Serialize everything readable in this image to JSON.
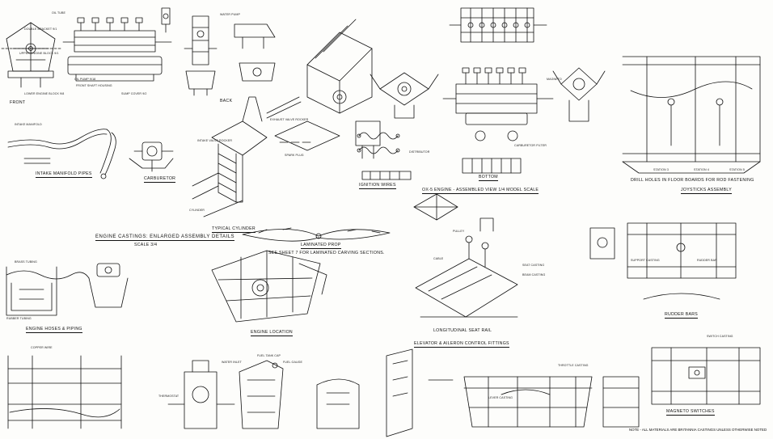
{
  "sheet": {
    "captions": {
      "engine_castings": "Engine Castings: Enlarged Assembly Details",
      "engine_castings_scale": "Scale 3/4",
      "intake_manifold_pipes": "Intake Manifold Pipes",
      "carburetor": "Carburetor",
      "typical_cylinder": "Typical Cylinder",
      "laminated_prop": "Laminated Prop",
      "prop_note": "See Sheet 7 for Laminated Carving Sections.",
      "engine_assembled": "OX-5 Engine - Assembled View 1/4 Model Scale",
      "ignition_wires": "Ignition Wires",
      "bottom": "Bottom",
      "joysticks_assembly": "Joysticks Assembly",
      "elevator_aileron": "Elevator & Aileron Control Fittings",
      "longitudinal_seat_rail": "Longitudinal Seat Rail",
      "rudder_bars": "Rudder Bars",
      "engine_hose_piping": "Engine Hoses & Piping",
      "engine_location": "Engine Location",
      "magneto_switches": "Magneto Switches",
      "front": "Front",
      "back": "Back",
      "drill_holes_note": "Drill holes in floor boards for rod fastening",
      "materials_note": "Note - All materials are Britannia castings unless otherwise noted"
    },
    "labels": {
      "oil_tube": "Oil Tube",
      "double_bracket": "Double Bracket 9/1",
      "upper_engine_block": "Upper Engine Block 9/1",
      "lower_engine_block": "Lower Engine Block 9/8",
      "front_shaft_housing": "Front Shaft Housing",
      "oil_pump": "Oil Pump 9/18",
      "sump_cover": "Sump Cover 9/2",
      "water_pump": "Water Pump",
      "intake_manifold": "Intake Manifold",
      "exhaust_valve_rocker": "Exhaust Valve Rocker",
      "intake_valve_rocker": "Intake Valve Rocker",
      "spark_plug": "Spark Plug",
      "cylinder": "Cylinder",
      "magneto": "Magneto",
      "distributor": "Distributor",
      "carburetor_filter": "Carburetor Filter",
      "water_inlet": "Water Inlet",
      "thermostat": "Thermostat",
      "fuel_gauge": "Fuel Gauge",
      "fuel_tank_cap": "Fuel Tank Cap",
      "support_casting": "Support Casting",
      "seat_casting": "Seat Casting",
      "beam_casting": "Beam Casting",
      "rudder_bar": "Rudder Bar",
      "switch_casting": "Switch Casting",
      "station_3": "Station 3",
      "station_4": "Station 4",
      "station_5": "Station 5",
      "brass_tubing": "Brass Tubing",
      "copper_wire": "Copper Wire",
      "rubber_tubing": "Rubber Tubing",
      "throttle_casting": "Throttle Casting",
      "lever_casting": "Lever Casting",
      "pulley": "Pulley",
      "cable": "Cable"
    },
    "ink_color": "#111111",
    "paper_color": "#fdfdfb"
  }
}
